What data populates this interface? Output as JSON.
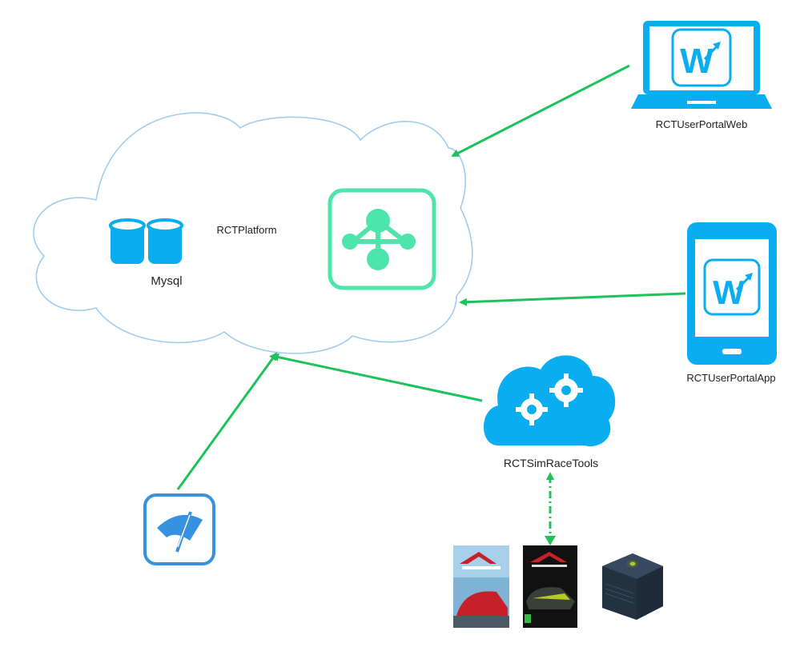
{
  "labels": {
    "platform": "RCTPlatform",
    "mysql": "Mysql",
    "portal_web": "RCTUserPortalWeb",
    "portal_app": "RCTUserPortalApp",
    "simrace_tools": "RCTSimRaceTools"
  },
  "icons": {
    "platform": "hub-icon",
    "database": "database-cylinders-icon",
    "web": "laptop-icon",
    "app": "smartphone-icon",
    "tools": "cloud-gears-icon",
    "dashboard": "speedometer-icon",
    "game1": "assetto-corsa-cover",
    "game2": "assetto-corsa-competizione-cover",
    "device": "hardware-box-icon"
  },
  "colors": {
    "arrow": "#1cc35a",
    "cloud_outline": "#9fcdf0",
    "device_blue": "#0aaef0",
    "hub_green": "#4ee5ac",
    "speedometer_blue": "#3592e0"
  }
}
